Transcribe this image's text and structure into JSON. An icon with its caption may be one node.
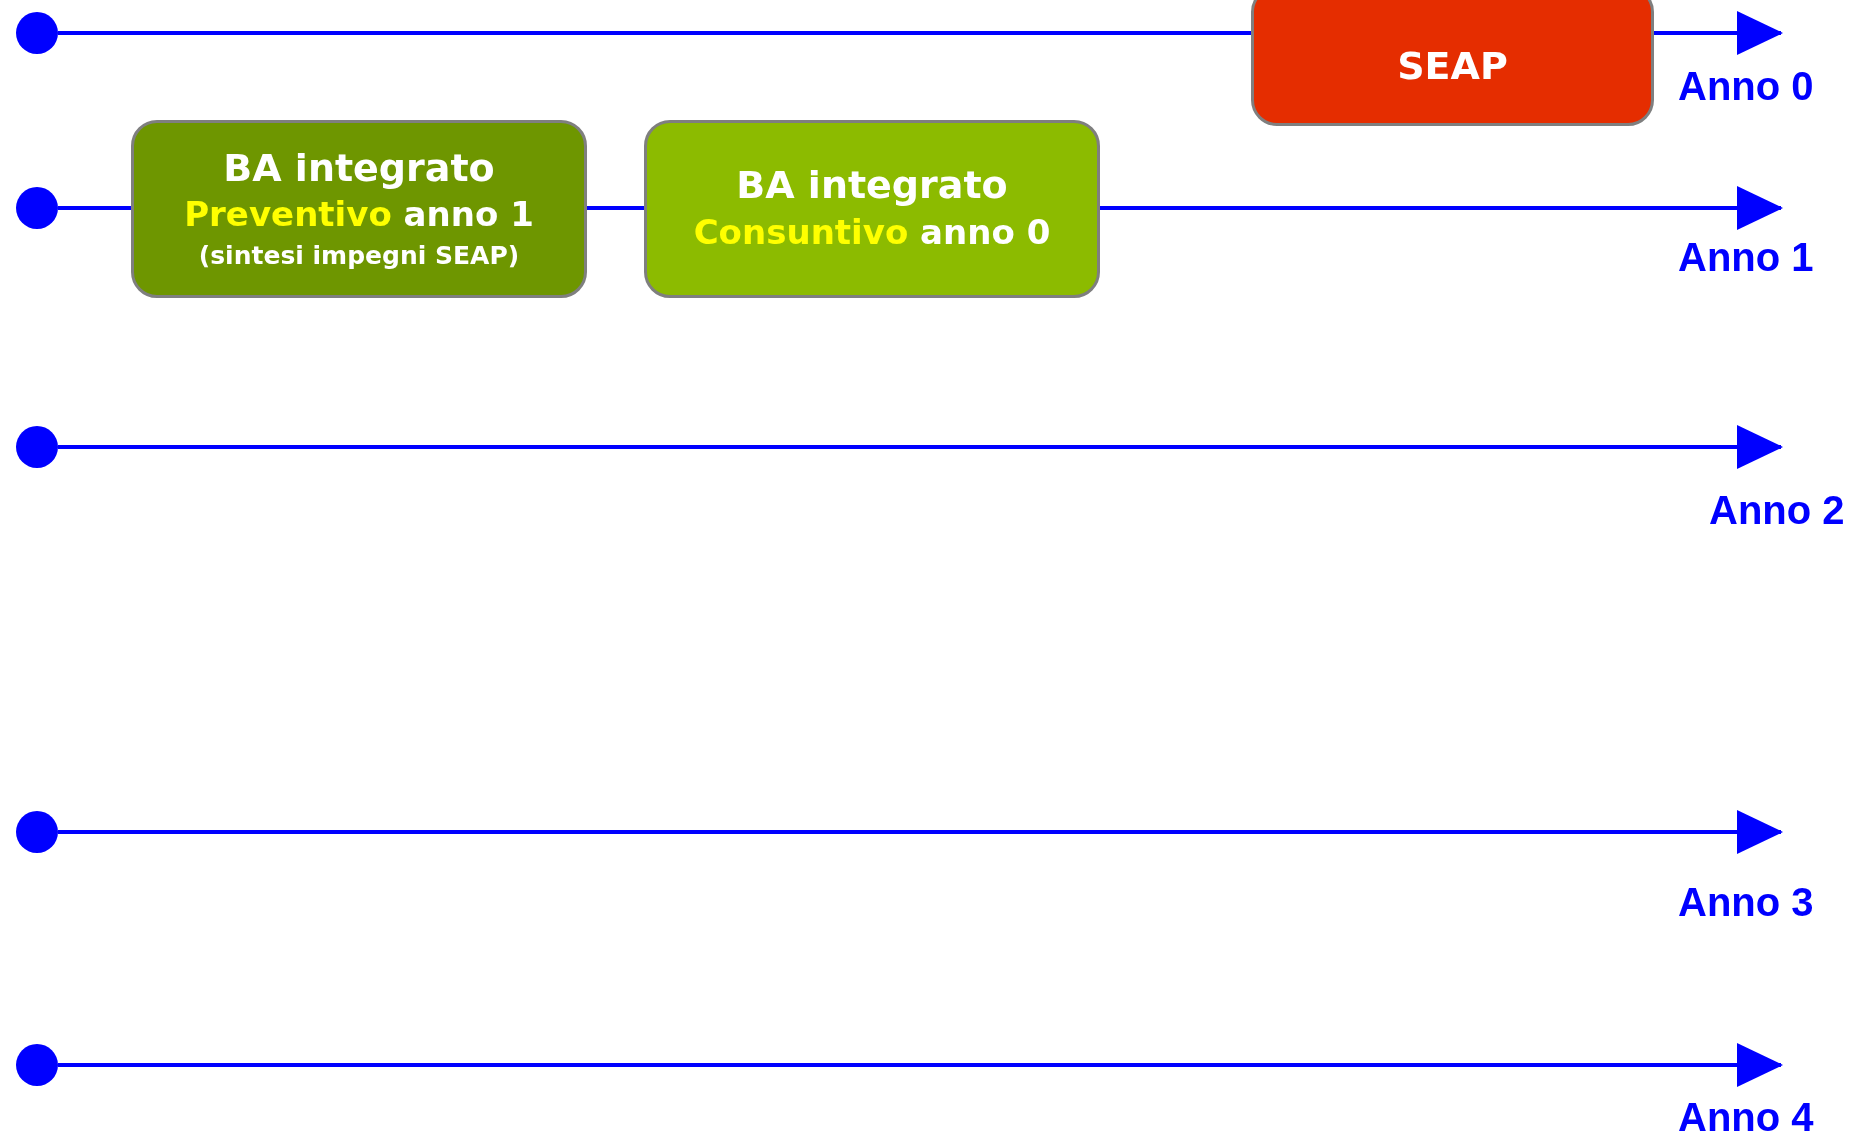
{
  "diagram": {
    "nodes": [
      {
        "text": [],
        "shape": "circle"
      },
      {
        "text": [
          "SEAP"
        ]
      },
      {
        "text": [],
        "shape": "circle"
      },
      {
        "text": [
          "BA integrato",
          "**Preventivo** anno 1",
          "(sintesi impegni SEAP)"
        ]
      },
      {
        "text": [
          "BA integrato",
          "**Consuntivo** anno 0"
        ]
      },
      {
        "text": [],
        "shape": "circle"
      },
      {
        "text": [],
        "shape": "circle"
      },
      {
        "text": [],
        "shape": "circle"
      }
    ],
    "edges": [
      {
        "from": 0,
        "to": 1,
        "arrow": "none"
      },
      {
        "from": 1,
        "to": null,
        "arrow": "to"
      },
      {
        "from": 2,
        "to": 3,
        "arrow": "none"
      },
      {
        "from": 3,
        "to": 4,
        "arrow": "none"
      },
      {
        "from": 4,
        "to": null,
        "arrow": "to"
      },
      {
        "from": 5,
        "to": null,
        "arrow": "to"
      },
      {
        "from": 6,
        "to": null,
        "arrow": "to"
      },
      {
        "from": 7,
        "to": null,
        "arrow": "to"
      }
    ],
    "labels": [
      "Anno 0",
      "Anno 1",
      "Anno 2",
      "Anno 3",
      "Anno 4"
    ]
  }
}
